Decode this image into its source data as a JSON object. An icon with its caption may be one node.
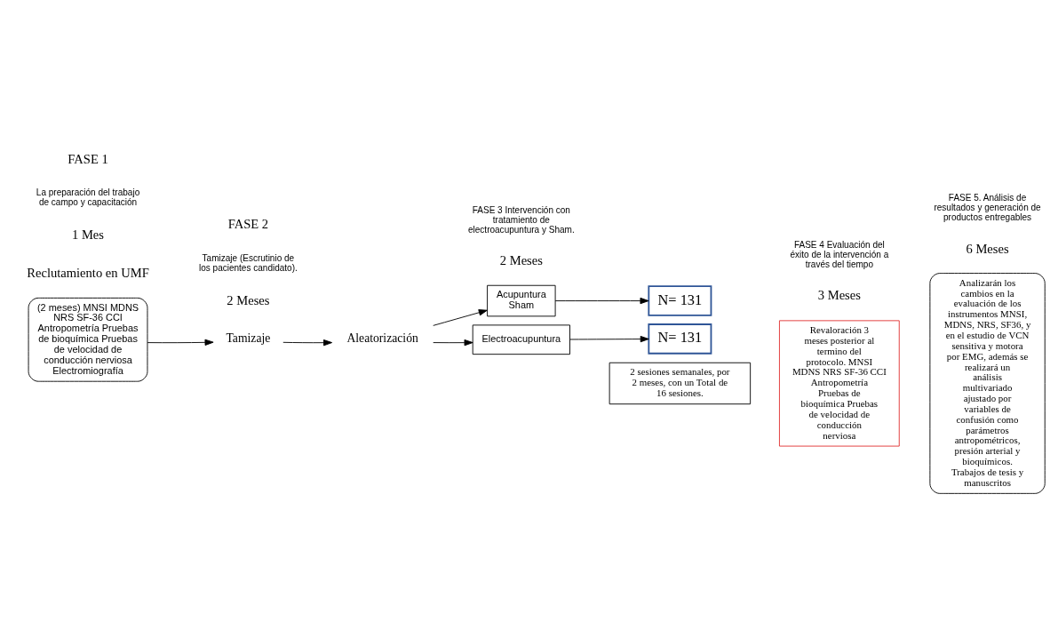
{
  "diagram": {
    "nodes": [
      {
        "text": [
          "(2 meses) MNSI MDNS NRS SF-36 CCI Antropometría Pruebas de bioquímica Pruebas de velocidad de conducción nerviosa Electromiografía"
        ]
      },
      {
        "text": [
          "Tamizaje"
        ]
      },
      {
        "text": [
          "Aleatorización"
        ]
      },
      {
        "text": [
          "Acupuntura Sham"
        ]
      },
      {
        "text": [
          "N= 131"
        ]
      },
      {
        "text": [
          "Electroacupuntura"
        ]
      },
      {
        "text": [
          "N= 131"
        ]
      },
      {
        "text": [
          "2 sesiones semanales, por 2 meses, con un Total de 16 sesiones."
        ]
      },
      {
        "text": [
          "Revaloración 3 meses posterior al termino del protocolo. MNSI MDNS NRS SF-36 CCI Antropometría Pruebas de bioquímica Pruebas de velocidad de conducción nerviosa"
        ]
      },
      {
        "text": [
          "Analizarán los cambios en la evaluación de los instrumentos MNSI, MDNS, NRS, SF36, y en el estudio de VCN sensitiva y motora por EMG, además se realizará un análisis multivariado ajustado por variables de confusión como parámetros antropométricos, presión arterial y bioquímicos. Trabajos de tesis y manuscritos"
        ]
      }
    ],
    "edges": [
      {
        "from": 0,
        "to": 1,
        "arrow": "to"
      },
      {
        "from": 1,
        "to": 2,
        "arrow": "to"
      },
      {
        "from": 2,
        "to": 3,
        "arrow": "to"
      },
      {
        "from": 2,
        "to": 5,
        "arrow": "to"
      },
      {
        "from": 3,
        "to": 4,
        "arrow": "to"
      },
      {
        "from": 5,
        "to": 6,
        "arrow": "to"
      }
    ],
    "labels": [
      "FASE 1",
      "La preparación del trabajo de campo y capacitación",
      "1 Mes",
      "Reclutamiento en UMF",
      "FASE 2",
      "Tamizaje (Escrutinio de los pacientes candidato).",
      "2 Meses",
      "FASE 3 Intervención con tratamiento de electroacupuntura y Sham.",
      "2 Meses",
      "FASE 4 Evaluación del éxito de la intervención a través del tiempo",
      "3 Meses",
      "FASE 5. Análisis de resultados y generación de productos entregables",
      "6 Meses"
    ]
  }
}
